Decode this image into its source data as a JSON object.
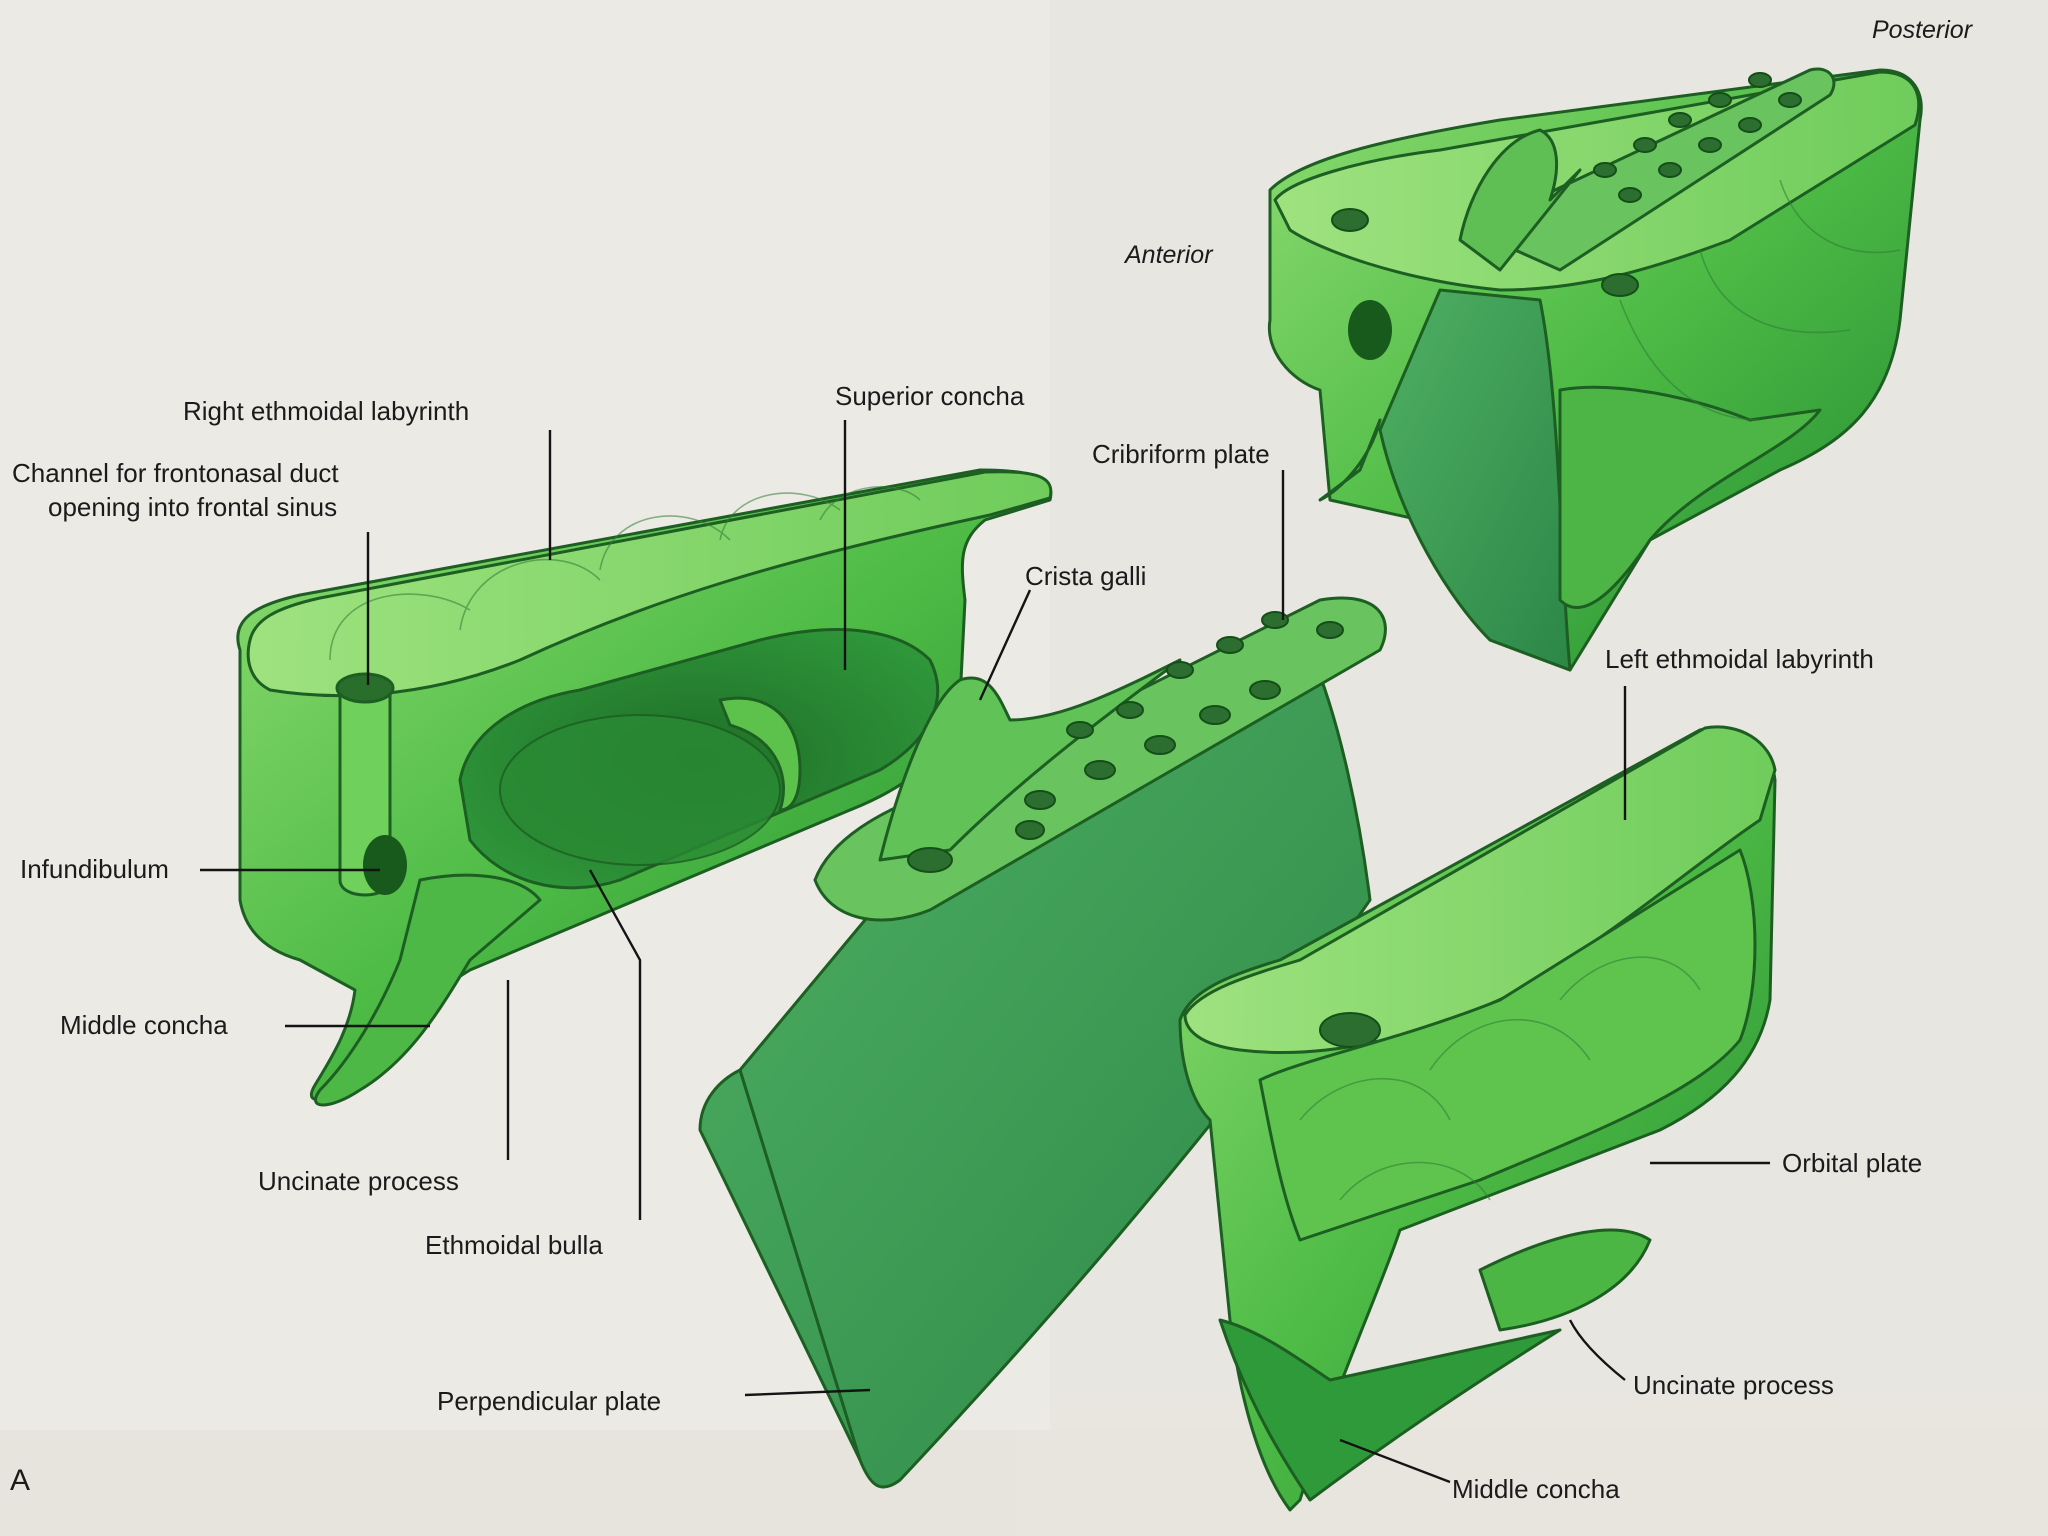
{
  "figure_letter": "A",
  "orientation": {
    "posterior": "Posterior",
    "anterior": "Anterior"
  },
  "labels": {
    "right_ethmoidal_labyrinth": "Right ethmoidal labyrinth",
    "channel_line1": "Channel for frontonasal duct",
    "channel_line2": "opening into frontal sinus",
    "superior_concha": "Superior concha",
    "cribriform_plate": "Cribriform plate",
    "crista_galli": "Crista galli",
    "infundibulum": "Infundibulum",
    "middle_concha_left": "Middle concha",
    "uncinate_process_left": "Uncinate process",
    "ethmoidal_bulla": "Ethmoidal bulla",
    "perpendicular_plate": "Perpendicular plate",
    "left_ethmoidal_labyrinth": "Left ethmoidal labyrinth",
    "orbital_plate": "Orbital plate",
    "uncinate_process_right": "Uncinate process",
    "middle_concha_right": "Middle concha"
  },
  "colors": {
    "bone_light": "#7fd36a",
    "bone_mid": "#46b03f",
    "bone_dark": "#1f7d2b",
    "plate": "#3c9a52",
    "background": "#eceae4"
  }
}
